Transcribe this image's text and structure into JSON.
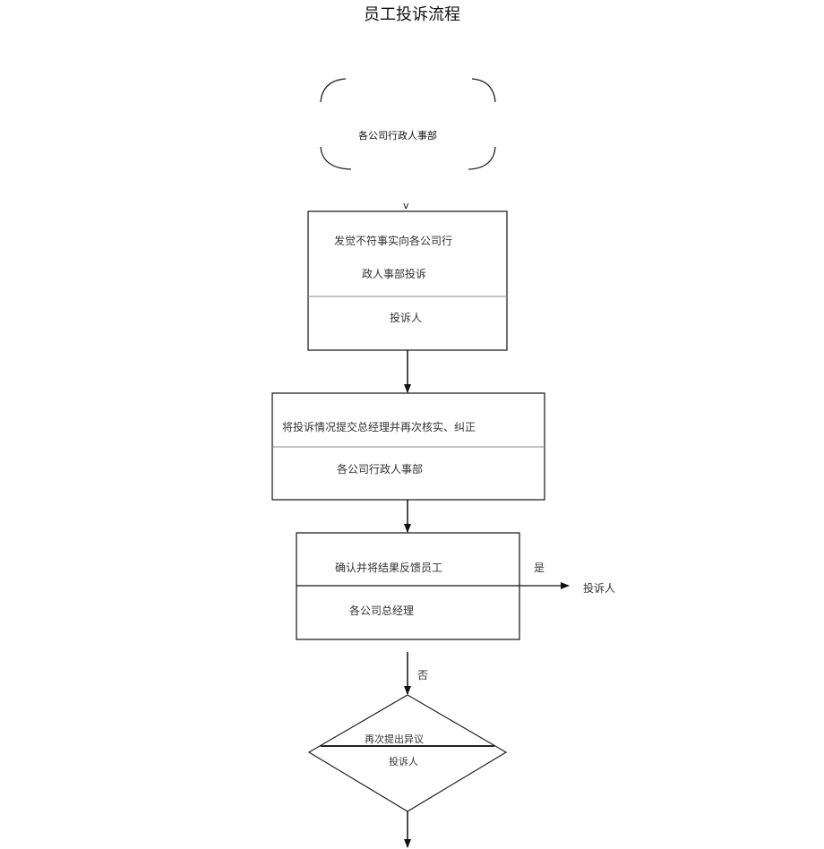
{
  "title": "员工投诉流程",
  "start": {
    "label": "各公司行政人事部"
  },
  "arrow_mark": "v",
  "steps": [
    {
      "line1": "发觉不符事实向各公司行",
      "line2": "政人事部投诉",
      "owner": "投诉人"
    },
    {
      "line1": "将投诉情况提交总经理并再次核实、纠正",
      "owner": "各公司行政人事部"
    },
    {
      "line1": "确认并将结果反馈员工",
      "owner": "各公司总经理"
    }
  ],
  "branch_yes": {
    "label": "是",
    "target": "投诉人"
  },
  "branch_no": {
    "label": "否"
  },
  "decision": {
    "line1": "再次提出异议",
    "owner": "投诉人"
  }
}
